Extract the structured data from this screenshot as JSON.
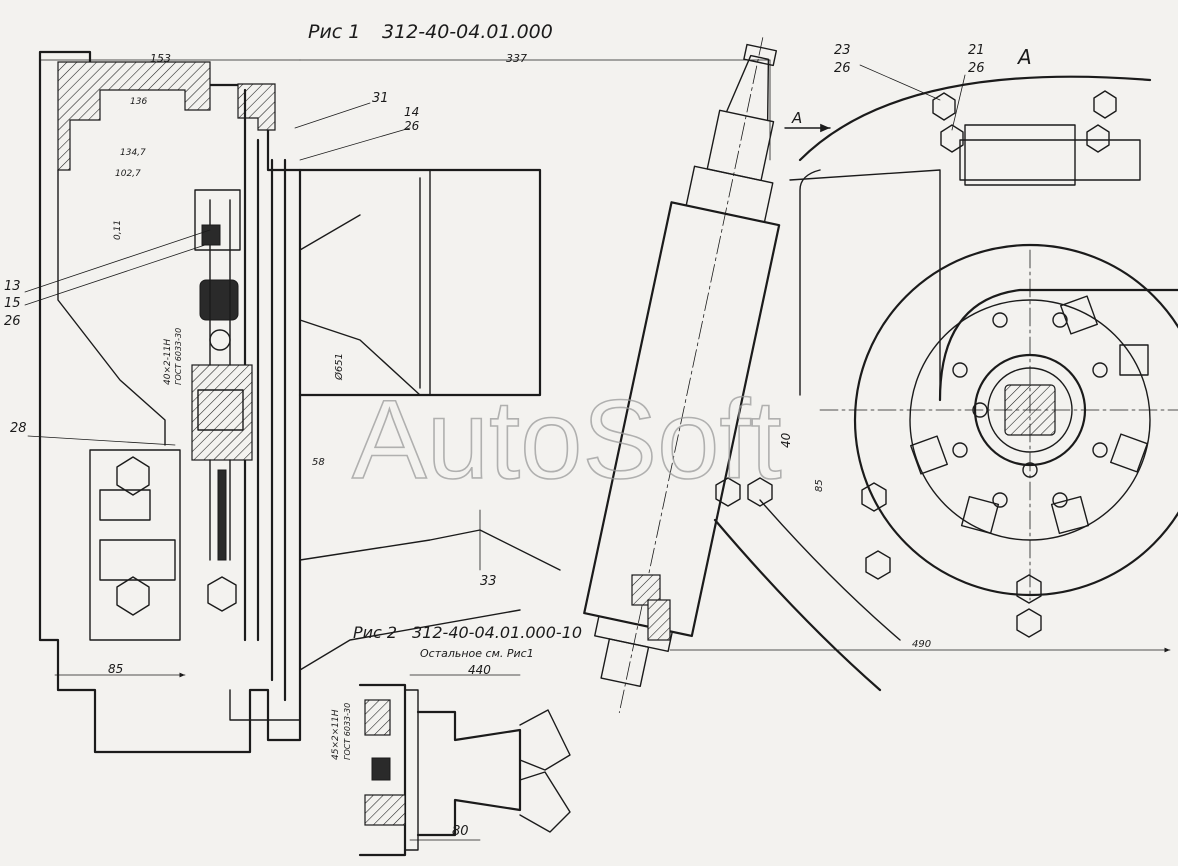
{
  "drawing": {
    "title_fig1": "Рис 1",
    "code_fig1": "312-40-04.01.000",
    "title_fig2": "Рис 2",
    "code_fig2": "312-40-04.01.000-10",
    "note_fig2": "Остальное см. Рис1",
    "view_label": "А",
    "arrow_label": "А",
    "watermark": "AutoSoft"
  },
  "dimensions": {
    "d153": "153",
    "d337": "337",
    "d136": "136",
    "d134_7": "134,7",
    "d102_7": "102,7",
    "d0_11": "0,11",
    "d85": "85",
    "d58": "58",
    "d651": "Ø651",
    "d40": "40",
    "d85b": "85",
    "d490": "490",
    "d440": "440",
    "d80": "80"
  },
  "callouts": {
    "c31": "31",
    "c14": "14",
    "c26a": "26",
    "c13": "13",
    "c15": "15",
    "c26b": "26",
    "c28": "28",
    "c33": "33",
    "c23": "23",
    "c26c": "26",
    "c21": "21",
    "c26d": "26"
  },
  "annotations": {
    "thread_fig1_line1": "40×2-11Н",
    "thread_fig1_line2": "ГОСТ 6033-30",
    "thread_fig2_line1": "45×2×11Н",
    "thread_fig2_line2": "ГОСТ 6033-30"
  }
}
